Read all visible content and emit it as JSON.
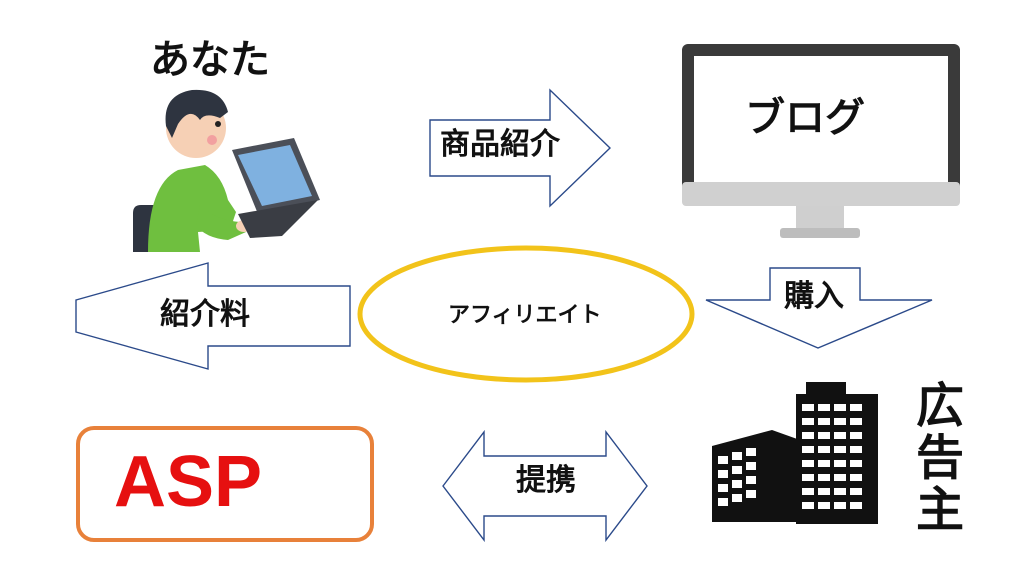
{
  "nodes": {
    "you": "あなた",
    "blog": "ブログ",
    "asp": "ASP",
    "advertiser": "広告主",
    "center": "アフィリエイト"
  },
  "arrows": {
    "product_intro": "商品紹介",
    "purchase": "購入",
    "referral_fee": "紹介料",
    "partnership": "提携"
  },
  "colors": {
    "arrow_stroke": "#2b4a8a",
    "ellipse_stroke": "#f2c31a",
    "asp_border": "#e8813a",
    "asp_text": "#e61010"
  }
}
